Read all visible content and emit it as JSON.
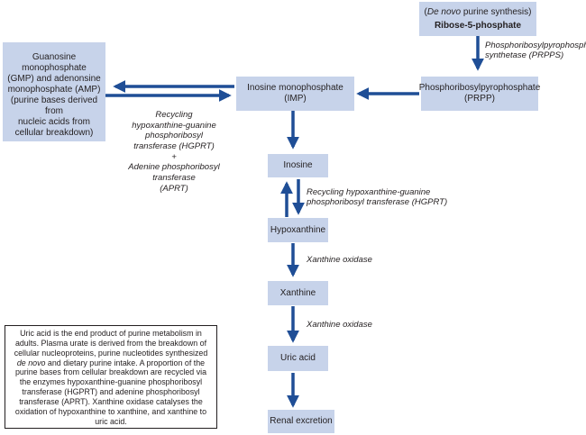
{
  "boxes": {
    "ribose": {
      "line1_prefix": "(",
      "line1_italic": "De novo",
      "line1_suffix": " purine synthesis)",
      "line2": "Ribose-5-phosphate"
    },
    "gmp_amp": {
      "lines": [
        "Guanosine monophosphate",
        "(GMP) and adenonsine",
        "monophosphate (AMP)",
        "(purine bases derived from",
        "nucleic acids from",
        "cellular breakdown)"
      ]
    },
    "imp": {
      "lines": [
        "Inosine monophosphate",
        "(IMP)"
      ]
    },
    "prpp": {
      "lines": [
        "Phosphoribosylpyrophosphate",
        "(PRPP)"
      ]
    },
    "inosine": {
      "label": "Inosine"
    },
    "hypoxanthine": {
      "label": "Hypoxanthine"
    },
    "xanthine": {
      "label": "Xanthine"
    },
    "uric_acid": {
      "label": "Uric acid"
    },
    "renal": {
      "label": "Renal excretion"
    }
  },
  "enzymes": {
    "prpps": [
      "Phosphoribosylpyrophosphate",
      "synthetase (PRPPS)"
    ],
    "salvage": [
      "Recycling",
      "hypoxanthine-guanine",
      "phosphoribosyl",
      "transferase (HGPRT)",
      "+",
      "Adenine phosphoribosyl",
      "transferase",
      "(APRT)"
    ],
    "hgprt": [
      "Recycling hypoxanthine-guanine",
      "phosphoribosyl transferase (HGPRT)"
    ],
    "xo1": "Xanthine oxidase",
    "xo2": "Xanthine oxidase"
  },
  "note": {
    "part1": "Uric acid is the end product of purine metabolism in adults. Plasma urate is derived from the breakdown of cellular nucleoproteins, purine nucleotides synthesized ",
    "part2_italic": "de novo",
    "part3": " and dietary purine intake. A proportion of the purine bases from cellular breakdown are recycled via the enzymes hypoxanthine-guanine phosphoribosyl transferase (HGPRT) and adenine phosphoribosyl transferase (APRT). Xanthine oxidase catalyses the oxidation of hypoxanthine to xanthine, and xanthine to uric acid."
  },
  "colors": {
    "box_fill": "#c7d3ea",
    "arrow": "#1f4e96",
    "text": "#231f20"
  }
}
